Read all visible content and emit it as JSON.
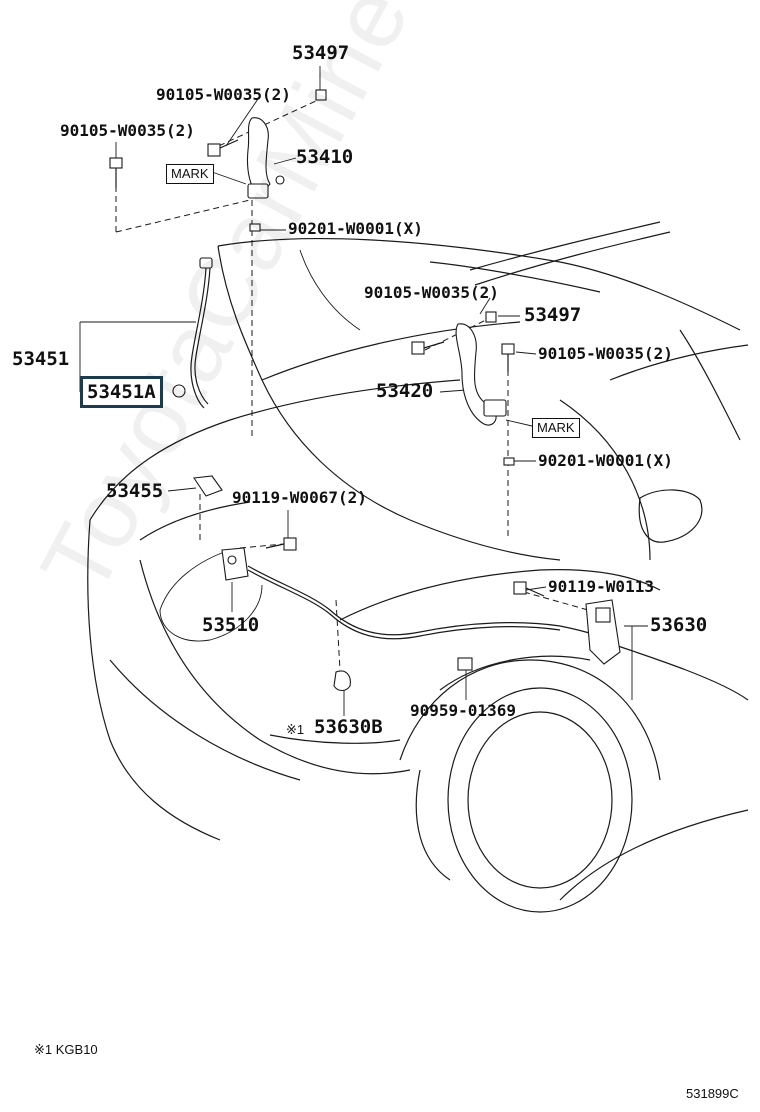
{
  "labels": {
    "p53497_top": "53497",
    "bolt_top_right": "90105-W0035(2)",
    "bolt_top_left": "90105-W0035(2)",
    "mark_left": "MARK",
    "p53410": "53410",
    "clip_top": "90201-W0001(X)",
    "bolt_mid": "90105-W0035(2)",
    "p53497_mid": "53497",
    "bolt_mid_right": "90105-W0035(2)",
    "p53451": "53451",
    "p53451a": "53451A",
    "p53420": "53420",
    "mark_right": "MARK",
    "clip_mid": "90201-W0001(X)",
    "p53455": "53455",
    "bolt_lock": "90119-W0067(2)",
    "bolt_lever": "90119-W0113",
    "p53510": "53510",
    "p53630": "53630",
    "clamp": "90959-01369",
    "p53630b_prefix": "※1",
    "p53630b": "53630B"
  },
  "footnote": "※1 KGB10",
  "figure_code": "531899C",
  "watermark": "ToyotaCarMine.ru"
}
